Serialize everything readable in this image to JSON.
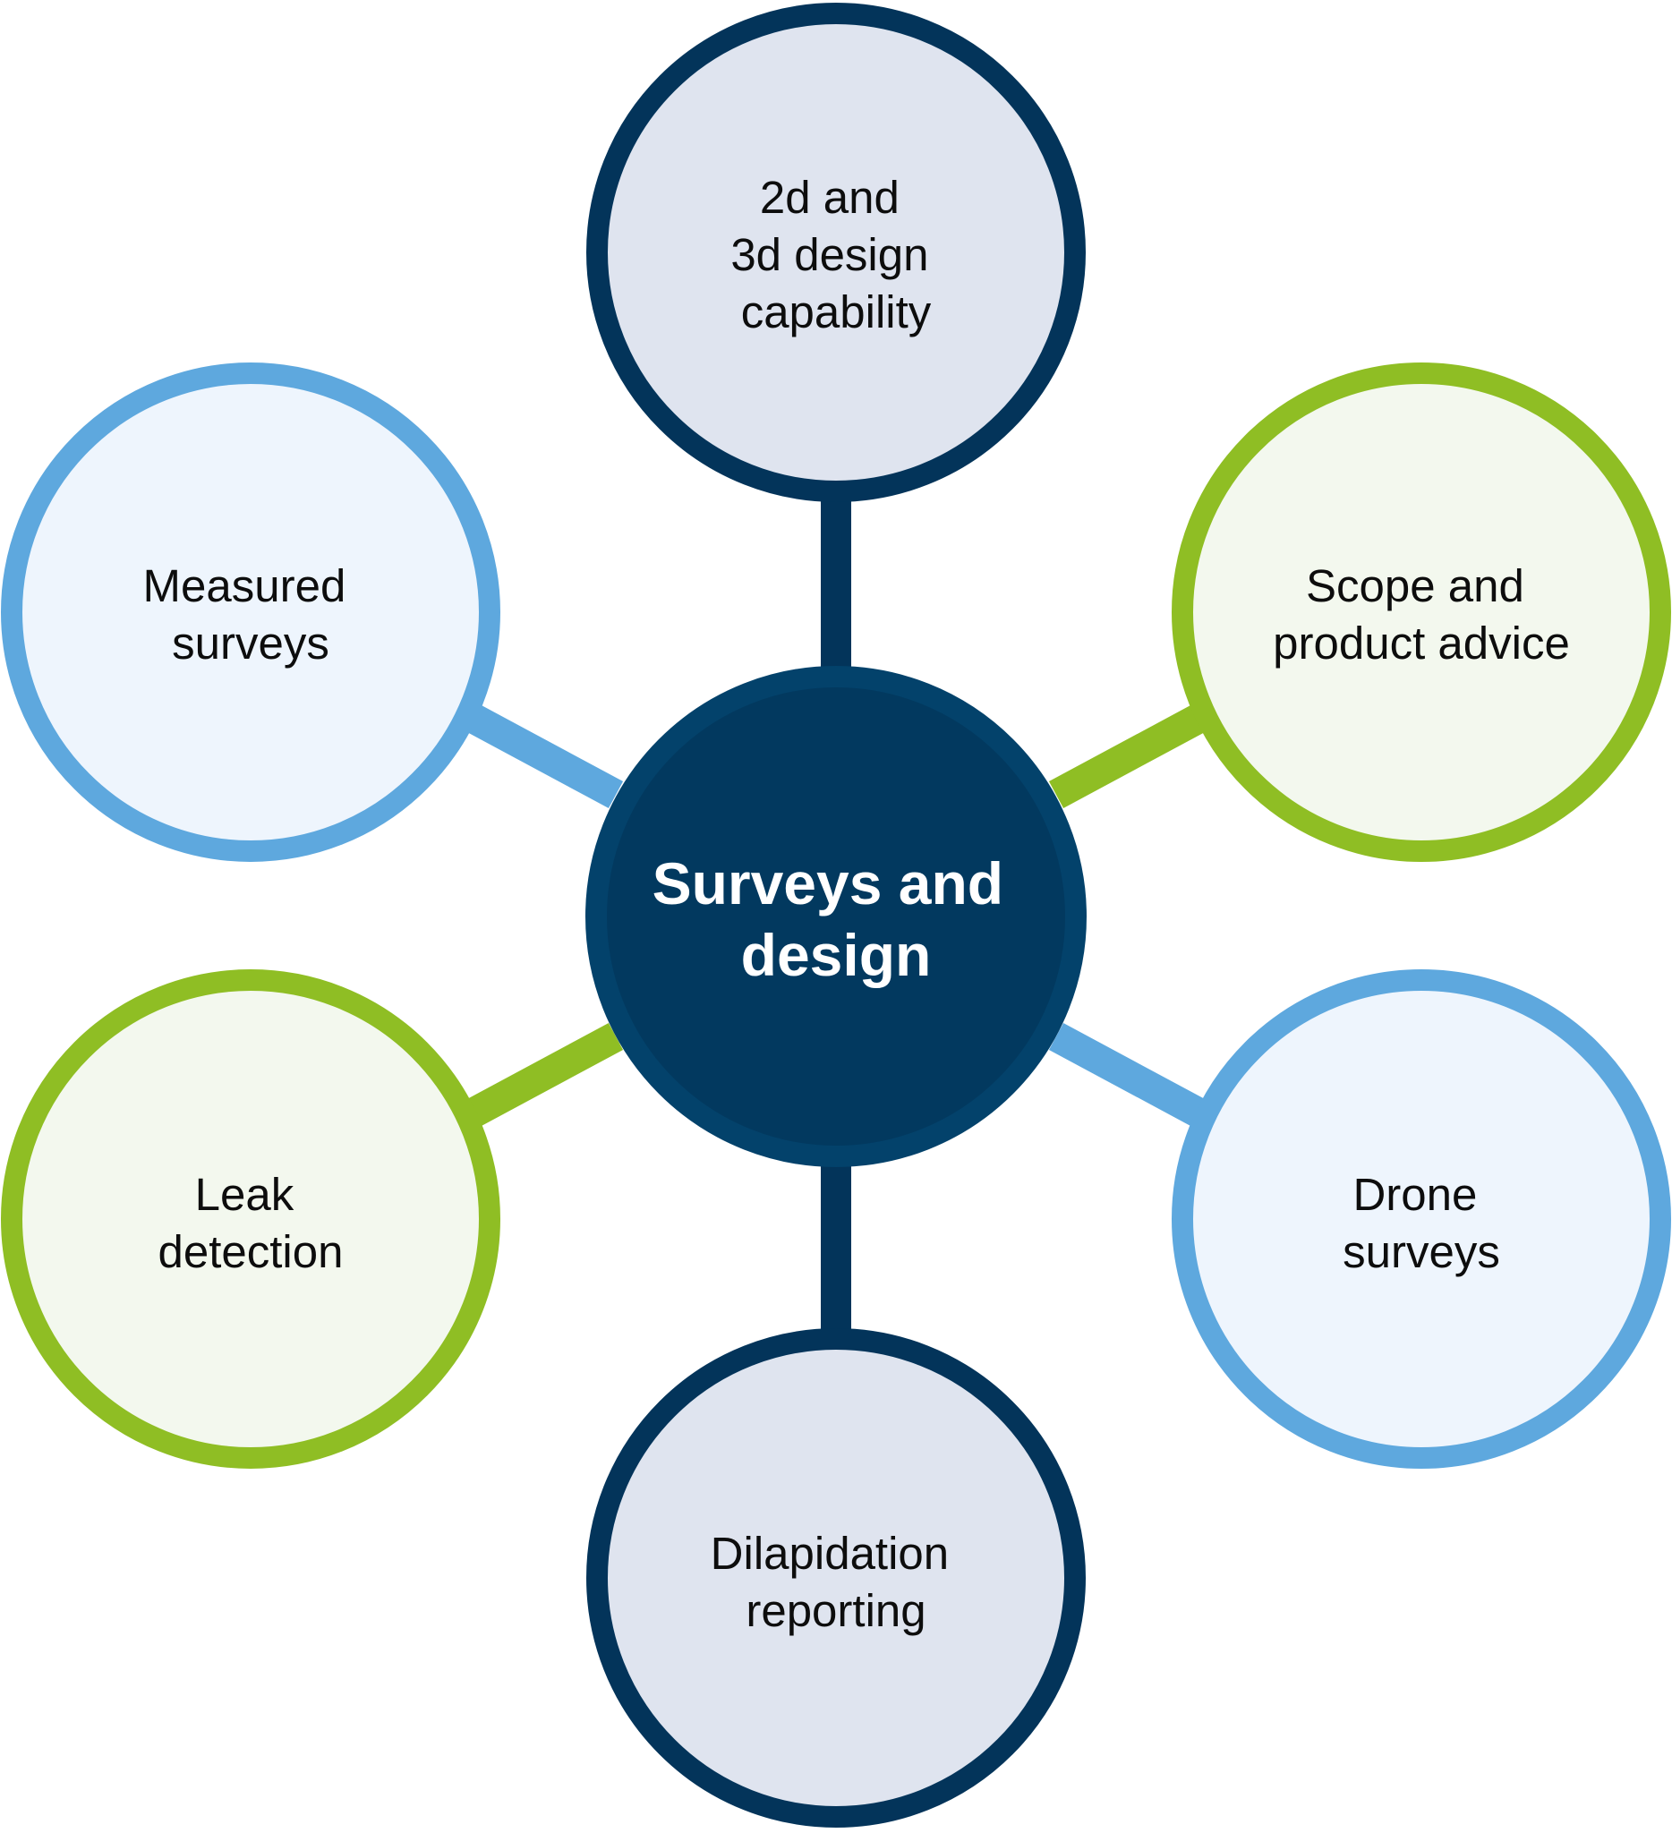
{
  "center": {
    "lines": [
      "Surveys and",
      "design"
    ],
    "fill": "#02395f",
    "ring": "#03426b"
  },
  "nodes": [
    {
      "id": "2d-3d-design",
      "lines": [
        "2d and",
        "3d design",
        "capability"
      ],
      "border": "#03345a",
      "fill": "#dfe4ef"
    },
    {
      "id": "scope-product-advice",
      "lines": [
        "Scope and",
        "product advice"
      ],
      "border": "#8fbe24",
      "fill": "#f3f8ee"
    },
    {
      "id": "drone-surveys",
      "lines": [
        "Drone",
        "surveys"
      ],
      "border": "#5ea8de",
      "fill": "#eef5fd"
    },
    {
      "id": "dilapidation-reporting",
      "lines": [
        "Dilapidation",
        "reporting"
      ],
      "border": "#03345a",
      "fill": "#dfe4ef"
    },
    {
      "id": "leak-detection",
      "lines": [
        "Leak",
        "detection"
      ],
      "border": "#8fbe24",
      "fill": "#f3f8ee"
    },
    {
      "id": "measured-surveys",
      "lines": [
        "Measured",
        "surveys"
      ],
      "border": "#5ea8de",
      "fill": "#eef5fd"
    }
  ]
}
